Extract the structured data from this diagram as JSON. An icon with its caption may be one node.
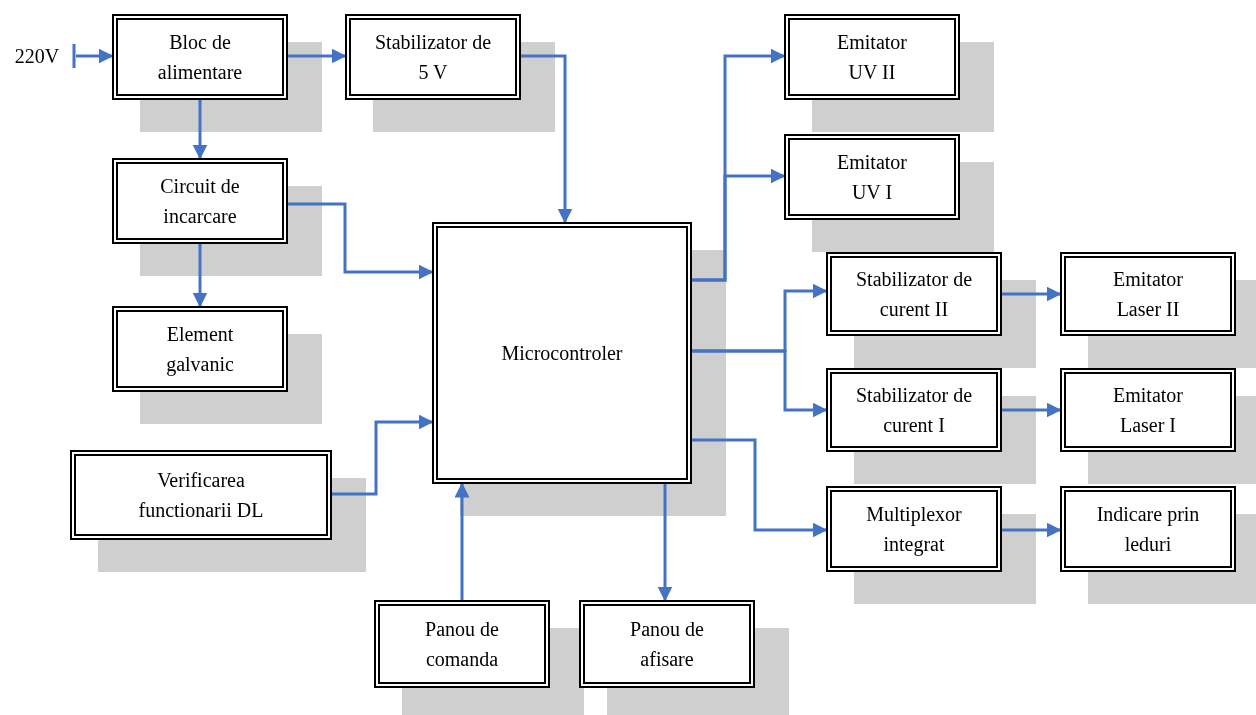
{
  "diagram": {
    "nodes": [
      {
        "text": [
          "220V"
        ]
      },
      {
        "text": [
          "Bloc de alimentare"
        ]
      },
      {
        "text": [
          "Stabilizator de 5 V"
        ]
      },
      {
        "text": [
          "Emitator UV II"
        ]
      },
      {
        "text": [
          "Circuit de incarcare"
        ]
      },
      {
        "text": [
          "Emitator UV I"
        ]
      },
      {
        "text": [
          "Microcontroler"
        ]
      },
      {
        "text": [
          "Stabilizator de curent II"
        ]
      },
      {
        "text": [
          "Emitator Laser II"
        ]
      },
      {
        "text": [
          "Element galvanic"
        ]
      },
      {
        "text": [
          "Stabilizator de curent I"
        ]
      },
      {
        "text": [
          "Emitator Laser I"
        ]
      },
      {
        "text": [
          "Verificarea functionarii DL"
        ]
      },
      {
        "text": [
          "Multiplexor integrat"
        ]
      },
      {
        "text": [
          "Indicare prin leduri"
        ]
      },
      {
        "text": [
          "Panou de comanda"
        ]
      },
      {
        "text": [
          "Panou de afisare"
        ]
      }
    ],
    "edges": [
      {
        "from": 0,
        "to": 1,
        "arrow": "to"
      },
      {
        "from": 1,
        "to": 2,
        "arrow": "to"
      },
      {
        "from": 2,
        "to": 6,
        "arrow": "to"
      },
      {
        "from": 1,
        "to": 4,
        "arrow": "to"
      },
      {
        "from": 4,
        "to": 6,
        "arrow": "to"
      },
      {
        "from": 4,
        "to": 9,
        "arrow": "to"
      },
      {
        "from": 12,
        "to": 6,
        "arrow": "to"
      },
      {
        "from": 15,
        "to": 6,
        "arrow": "to"
      },
      {
        "from": 6,
        "to": 16,
        "arrow": "to"
      },
      {
        "from": 6,
        "to": 3,
        "arrow": "to"
      },
      {
        "from": 6,
        "to": 5,
        "arrow": "to"
      },
      {
        "from": 6,
        "to": 7,
        "arrow": "to"
      },
      {
        "from": 6,
        "to": 10,
        "arrow": "to"
      },
      {
        "from": 6,
        "to": 13,
        "arrow": "to"
      },
      {
        "from": 7,
        "to": 8,
        "arrow": "to"
      },
      {
        "from": 10,
        "to": 11,
        "arrow": "to"
      },
      {
        "from": 13,
        "to": 14,
        "arrow": "to"
      }
    ]
  }
}
